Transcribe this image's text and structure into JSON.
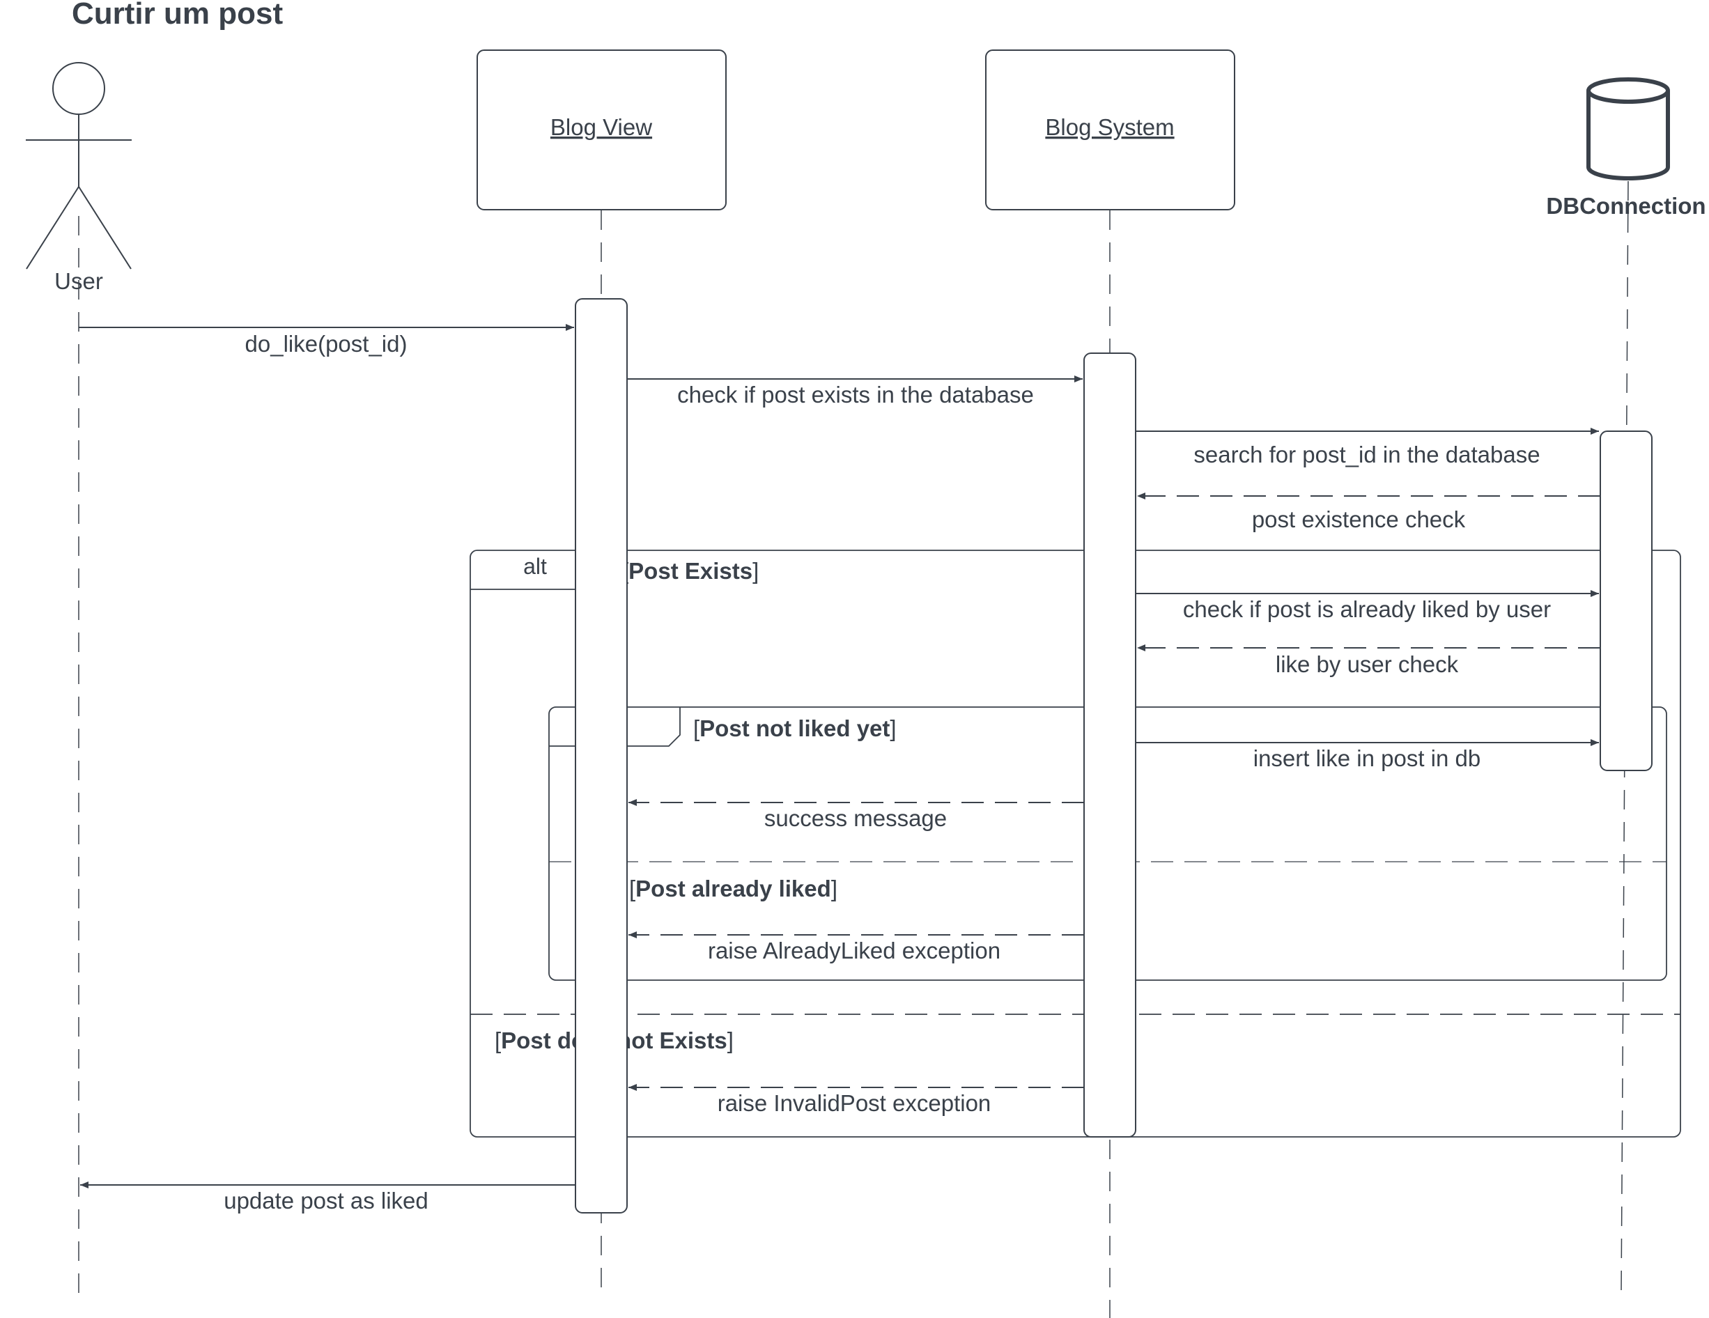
{
  "title": "Curtir um post",
  "participants": {
    "user": "User",
    "blog_view": "Blog View",
    "blog_system": "Blog System",
    "db": "DBConnection"
  },
  "messages": {
    "m1": "do_like(post_id)",
    "m2": "check if post exists in the database",
    "m3": "search for post_id in the database",
    "m4": "post existence check",
    "m5": "check if post is already liked by user",
    "m6": "like by user check",
    "m7": "insert like in post in db",
    "m8": "success message",
    "m9": "raise AlreadyLiked exception",
    "m10": "raise InvalidPost exception",
    "m11": "update post as liked"
  },
  "fragments": {
    "outer": {
      "operator": "alt",
      "guard1": "Post Exists",
      "guard2": "Post does not Exists"
    },
    "inner": {
      "operator": "alt",
      "guard1": "Post not liked yet",
      "guard2": "Post already liked"
    }
  },
  "colors": {
    "line": "#3a414a",
    "text": "#3a414a",
    "background": "#ffffff"
  }
}
